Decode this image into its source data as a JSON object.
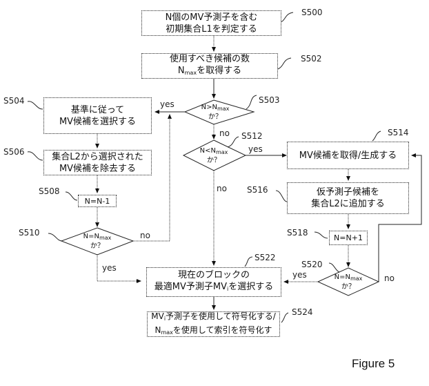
{
  "figure_label": "Figure 5",
  "steps": {
    "s500": {
      "id": "S500",
      "line1": "N個のMV予測子を含む",
      "line2": "初期集合L1を判定する"
    },
    "s502": {
      "id": "S502",
      "line1": "使用すべき候補の数",
      "line2_pre": "N",
      "line2_sub": "max",
      "line2_post": "を取得する"
    },
    "s503": {
      "id": "S503",
      "pre": "N>N",
      "sub": "max",
      "line2": "か？"
    },
    "s504": {
      "id": "S504",
      "line1": "基準に従って",
      "line2": "MV候補を選択する"
    },
    "s506": {
      "id": "S506",
      "line1": "集合L2から選択された",
      "line2": "MV候補を除去する"
    },
    "s508": {
      "id": "S508",
      "text": "N=N-1"
    },
    "s510": {
      "id": "S510",
      "pre": "N=N",
      "sub": "max",
      "line2": "か？"
    },
    "s512": {
      "id": "S512",
      "pre": "N<N",
      "sub": "max",
      "line2": "か？"
    },
    "s514": {
      "id": "S514",
      "text": "MV候補を取得/生成する"
    },
    "s516": {
      "id": "S516",
      "line1": "仮予測子候補を",
      "line2": "集合L2に追加する"
    },
    "s518": {
      "id": "S518",
      "text": "N=N+1"
    },
    "s520": {
      "id": "S520",
      "pre": "N=N",
      "sub": "max",
      "line2": "か？"
    },
    "s522": {
      "id": "S522",
      "line1": "現在のブロックの",
      "line2_pre": "最適MV予測子MV",
      "line2_sub": "i",
      "line2_post": "を選択する"
    },
    "s524": {
      "id": "S524",
      "line1_pre": "MV",
      "line1_sub": "i",
      "line1_post": "予測子を使用して符号化する/",
      "line2_pre": "N",
      "line2_sub": "max",
      "line2_post": "を使用して索引を符号化す"
    }
  },
  "edge_labels": {
    "yes": "yes",
    "no": "no"
  }
}
